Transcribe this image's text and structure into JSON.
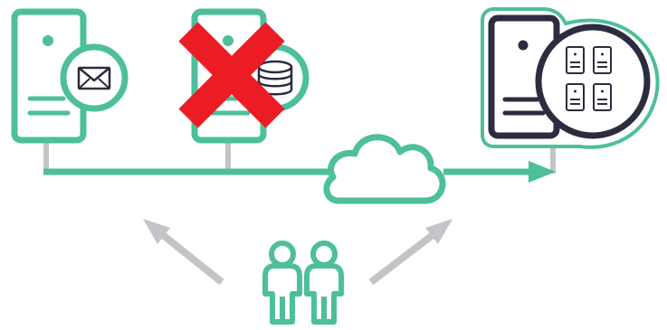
{
  "colors": {
    "teal": "#4dbf9a",
    "gray": "#c4c3c8",
    "navy": "#2d2b3f",
    "red": "#ec1c24",
    "background": "#ffffff"
  },
  "nodes": [
    {
      "id": "mail-server",
      "badge_icon": "envelope-icon",
      "state": "active"
    },
    {
      "id": "database-server",
      "badge_icon": "database-icon",
      "state": "removed",
      "overlay_icon": "red-x-icon"
    },
    {
      "id": "cloud-server-cluster",
      "badge_icon": "server-rack-icon",
      "state": "migrated-target"
    }
  ],
  "connections": [
    {
      "from": "network-backbone",
      "to": "cloud-server-cluster",
      "via": "cloud-icon",
      "style": "arrow"
    }
  ],
  "users": {
    "icon": "users-icon",
    "count": 2
  }
}
